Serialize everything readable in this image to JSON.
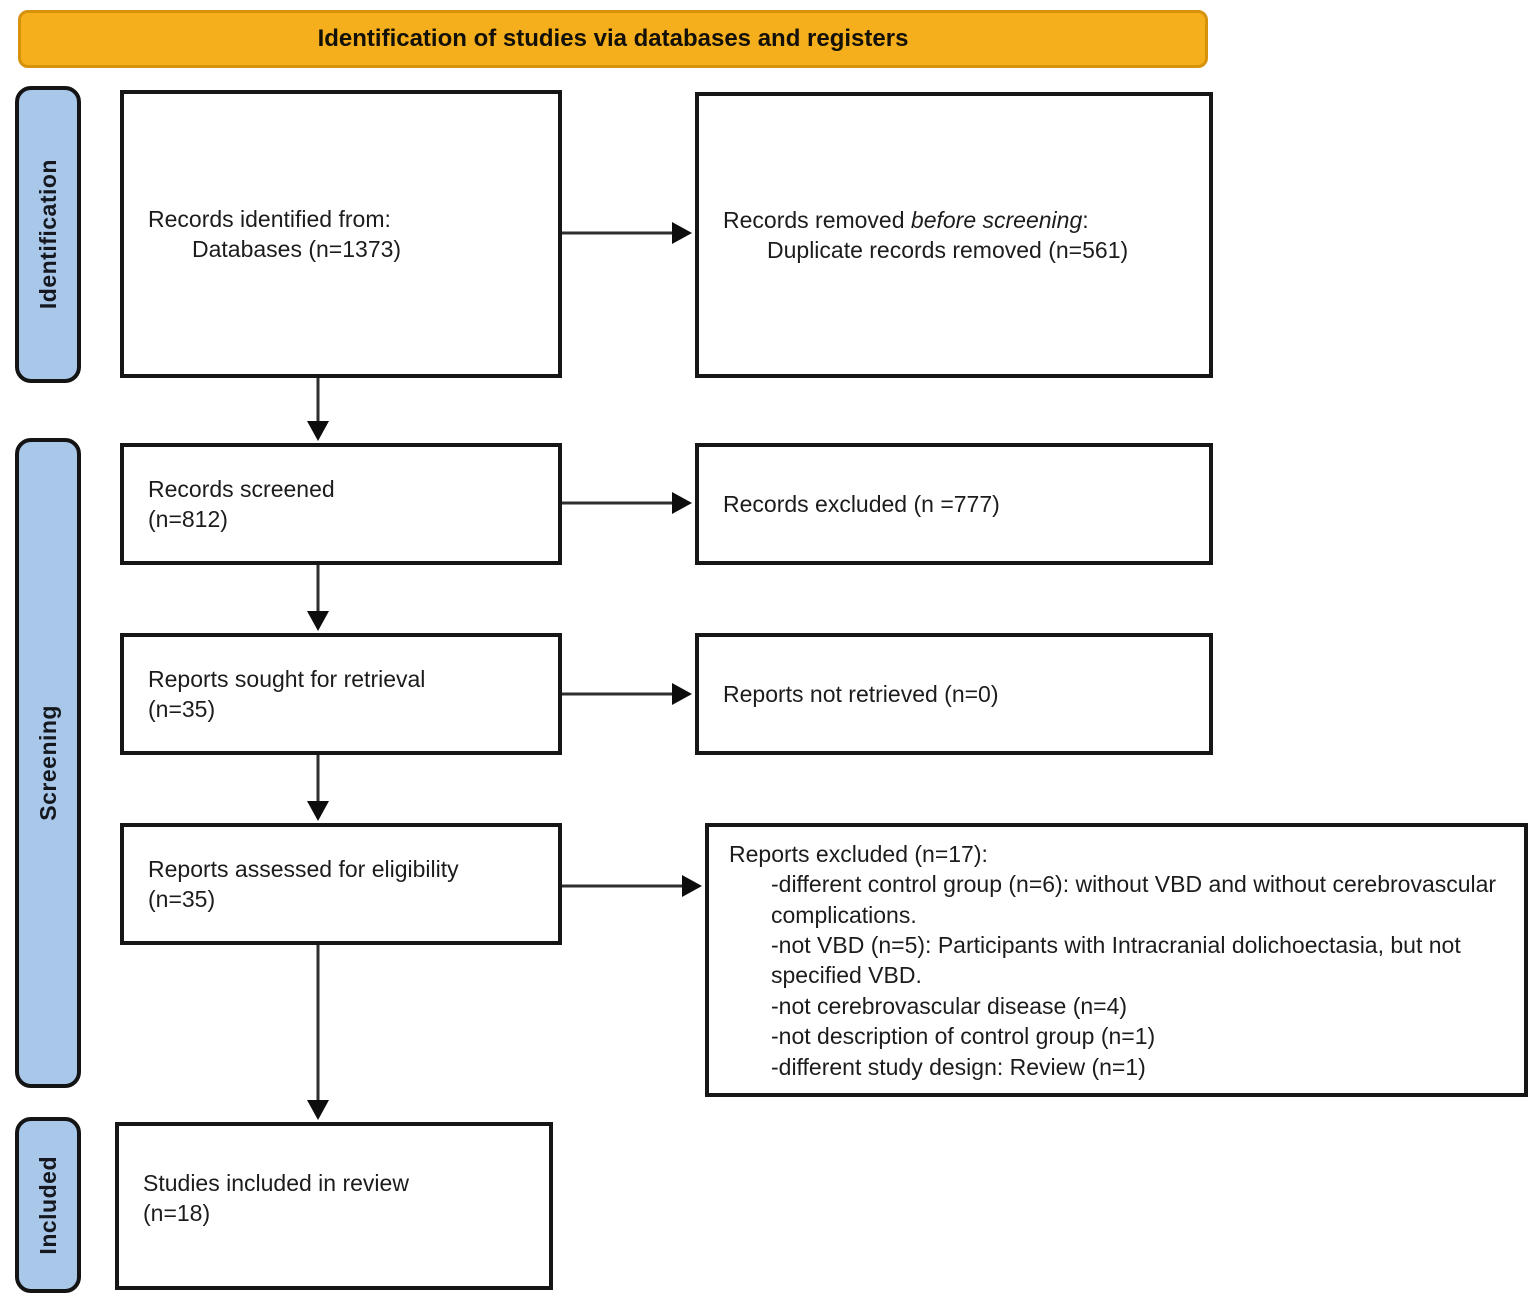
{
  "title": "Identification of studies via databases and registers",
  "colors": {
    "banner_fill": "#f6af1c",
    "banner_border": "#d7920b",
    "sidebar_fill": "#a9c7e9",
    "box_border": "#161616",
    "arrow": "#0d0d0d"
  },
  "sidebars": {
    "identification": "Identification",
    "screening": "Screening",
    "included": "Included"
  },
  "boxes": {
    "identified": {
      "line1": "Records identified from:",
      "line2": "Databases (n=1373)"
    },
    "removed": {
      "pre": "Records removed ",
      "italic": "before screening",
      "post": ":",
      "line2": "Duplicate records removed (n=561)"
    },
    "screened": {
      "line1": "Records screened",
      "line2": "(n=812)"
    },
    "records_excluded": {
      "line1": "Records excluded (n =777)"
    },
    "sought": {
      "line1": "Reports sought for retrieval",
      "line2": "(n=35)"
    },
    "not_retrieved": {
      "line1": "Reports not retrieved (n=0)"
    },
    "assessed": {
      "line1": "Reports assessed for eligibility",
      "line2": "(n=35)"
    },
    "reports_excluded": {
      "header": "Reports excluded (n=17):",
      "items": [
        "-different control group (n=6): without VBD and without cerebrovascular complications.",
        "-not VBD (n=5): Participants with Intracranial dolichoectasia, but not specified VBD.",
        "-not cerebrovascular disease (n=4)",
        "-not description of control group (n=1)",
        "-different study design: Review (n=1)"
      ]
    },
    "included_studies": {
      "line1": "Studies included in review",
      "line2": "(n=18)"
    }
  }
}
